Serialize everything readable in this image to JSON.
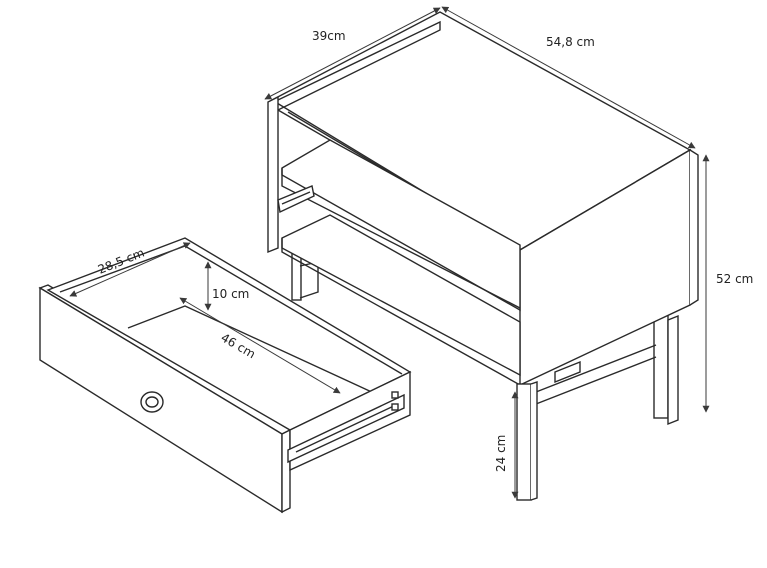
{
  "dimensions": {
    "depth": "39cm",
    "width": "54,8 cm",
    "height": "52 cm",
    "leg_height": "24 cm",
    "drawer_depth": "28,5 cm",
    "drawer_height": "10 cm",
    "drawer_width": "46 cm"
  }
}
